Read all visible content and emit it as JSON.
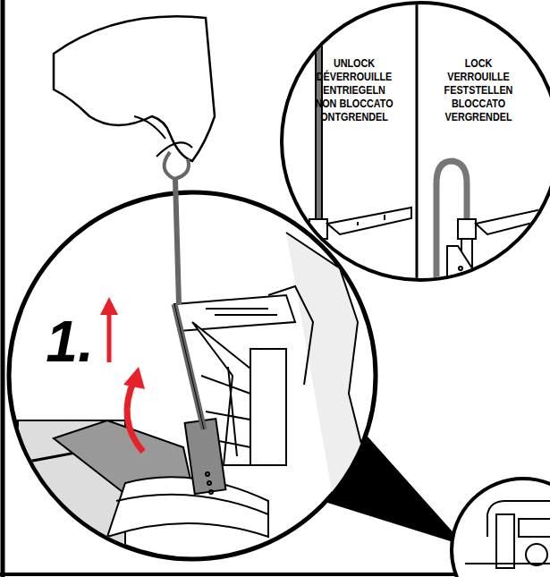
{
  "diagram": {
    "labels": [
      "UNLOCK",
      "DÉVERROUILLE",
      "ENTRIEGELN",
      "NON BLOCCATO",
      "ONTGRENDEL",
      "LOCK",
      "VERROUILLE",
      "FESTSTELLEN",
      "BLOCCATO",
      "VERGRENDEL",
      "1."
    ]
  }
}
